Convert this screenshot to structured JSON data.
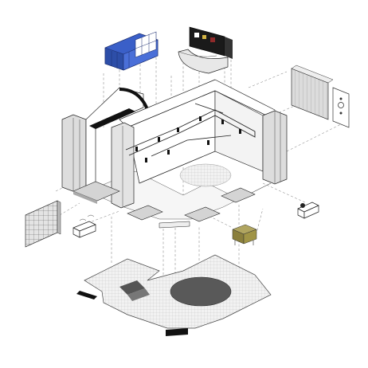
{
  "diagram": {
    "type": "exploded-axonometric",
    "background": "#ffffff",
    "colors": {
      "line": "#222222",
      "accent_blue": "#3a5fc8",
      "wall_grey": "#d9d9d9",
      "floor_dark": "#555555",
      "olive": "#8a7f3c",
      "black": "#111111"
    },
    "components": [
      {
        "id": "blue-cabinet",
        "icon": "blue-storage-cabinet"
      },
      {
        "id": "reception-desk",
        "icon": "dark-screen-desk"
      },
      {
        "id": "radiator-panel",
        "icon": "wall-radiator"
      },
      {
        "id": "room-shell",
        "icon": "walls-and-ceiling-rails"
      },
      {
        "id": "left-shelf",
        "icon": "grid-shelf"
      },
      {
        "id": "small-bench",
        "icon": "bench-with-chairs"
      },
      {
        "id": "lamp-table",
        "icon": "side-table-lamp"
      },
      {
        "id": "olive-bench",
        "icon": "olive-cabinet"
      },
      {
        "id": "floor-plate",
        "icon": "hatched-floor-plan"
      }
    ]
  }
}
